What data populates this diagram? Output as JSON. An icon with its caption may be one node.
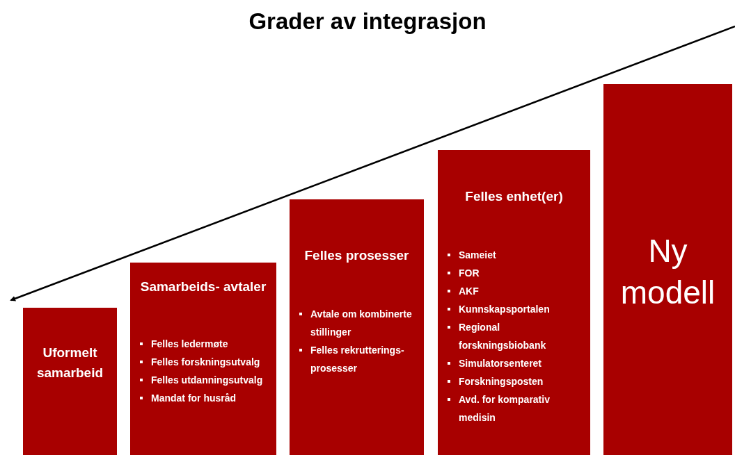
{
  "diagram": {
    "title": "Grader av integrasjon",
    "nodes": [
      {
        "text": [
          "Uformelt samarbeid"
        ]
      },
      {
        "text": [
          "Samarbeids- avtaler",
          "Felles ledermøte",
          "Felles forskningsutvalg",
          "Felles utdanningsutvalg",
          "Mandat for husråd"
        ]
      },
      {
        "text": [
          "Felles prosesser",
          "Avtale om kombinerte stillinger",
          "Felles rekrutterings- prosesser"
        ]
      },
      {
        "text": [
          "Felles enhet(er)",
          "Sameiet",
          "FOR",
          "AKF",
          "Kunnskapsportalen",
          "Regional forskningsbiobank",
          "Simulatorsenteret",
          "Forskningsposten",
          "Avd. for komparativ medisin"
        ]
      },
      {
        "text": [
          "Ny modell"
        ]
      }
    ],
    "edges": []
  }
}
